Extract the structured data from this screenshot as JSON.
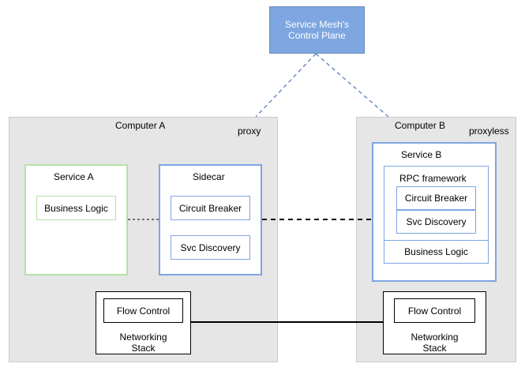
{
  "control_plane": {
    "label": "Service Mesh's Control Plane"
  },
  "computer_a": {
    "title": "Computer A",
    "mode": "proxy",
    "service": {
      "title": "Service A",
      "business_logic": "Business Logic"
    },
    "sidecar": {
      "title": "Sidecar",
      "circuit_breaker": "Circuit Breaker",
      "svc_discovery": "Svc Discovery"
    },
    "networking": {
      "flow_control": "Flow Control",
      "title": "Networking Stack"
    }
  },
  "computer_b": {
    "title": "Computer B",
    "mode": "proxyless",
    "service": {
      "title": "Service B",
      "rpc_framework": "RPC framework",
      "circuit_breaker": "Circuit Breaker",
      "svc_discovery": "Svc Discovery",
      "business_logic": "Business Logic"
    },
    "networking": {
      "flow_control": "Flow Control",
      "title": "Networking Stack"
    }
  },
  "colors": {
    "computer_fill": "#e6e6e6",
    "green_border": "#b7e0a6",
    "blue_border": "#7ea6e0",
    "control_plane_fill": "#7ea6e0",
    "dashed_link": "#6c8ebf"
  }
}
